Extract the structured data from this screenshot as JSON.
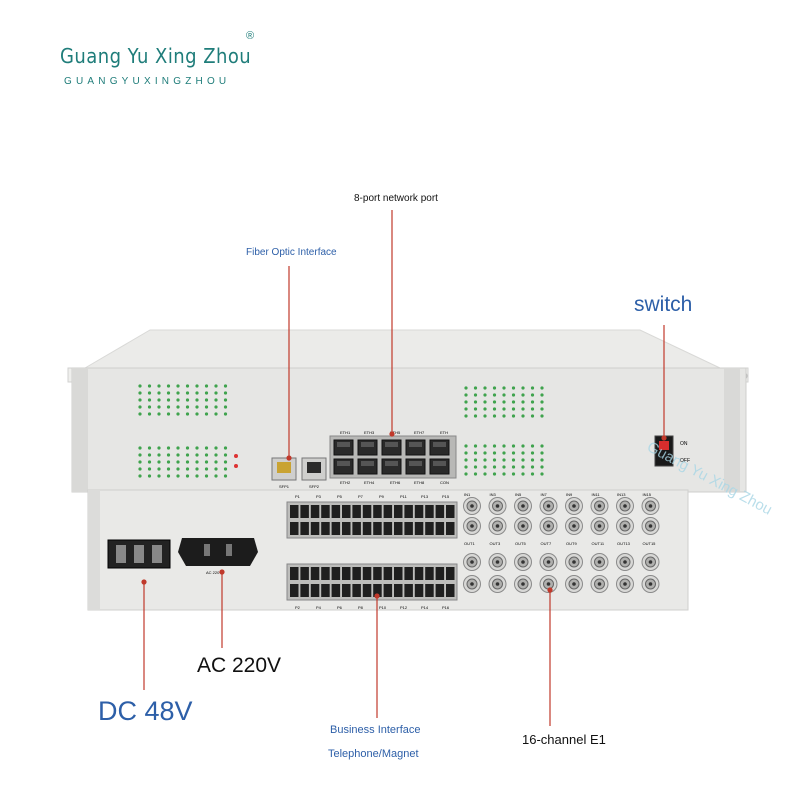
{
  "brand": {
    "name": "Guang Yu Xing Zhou",
    "registered": "®",
    "sub": "GUANGYUXINGZHOU",
    "color": "#1f7d7a"
  },
  "callouts": {
    "network_port": "8-port network port",
    "fiber": "Fiber Optic Interface",
    "switch": "switch",
    "ac": "AC 220V",
    "dc": "DC 48V",
    "business": "Business Interface",
    "telephone": "Telephone/Magnet",
    "e1": "16-channel E1"
  },
  "device": {
    "eth_labels": [
      "ETH1",
      "ETH3",
      "ETH5",
      "ETH7",
      "ETH",
      "ETH2",
      "ETH4",
      "ETH6",
      "ETH8",
      "CON"
    ],
    "power_switch": {
      "on": "ON",
      "off": "OFF"
    },
    "sfp_labels": [
      "SFP1",
      "SFP2"
    ],
    "ac_socket": "AC 220V",
    "phone_top": [
      "P1",
      "P3",
      "P5",
      "P7",
      "P9",
      "P11",
      "P13",
      "P15"
    ],
    "phone_bottom": [
      "P2",
      "P4",
      "P6",
      "P8",
      "P10",
      "P12",
      "P14",
      "P16"
    ],
    "e1_in": [
      "IN1",
      "IN3",
      "IN5",
      "IN7",
      "IN9",
      "IN11",
      "IN13",
      "IN15"
    ],
    "e1_out": [
      "OUT1",
      "OUT3",
      "OUT5",
      "OUT7",
      "OUT9",
      "OUT11",
      "OUT13",
      "OUT15"
    ]
  },
  "colors": {
    "callout_line": "#c0392b",
    "label_blue": "#2d5fa8",
    "chassis": "#e4e4e2",
    "led": "#3fa34d"
  }
}
